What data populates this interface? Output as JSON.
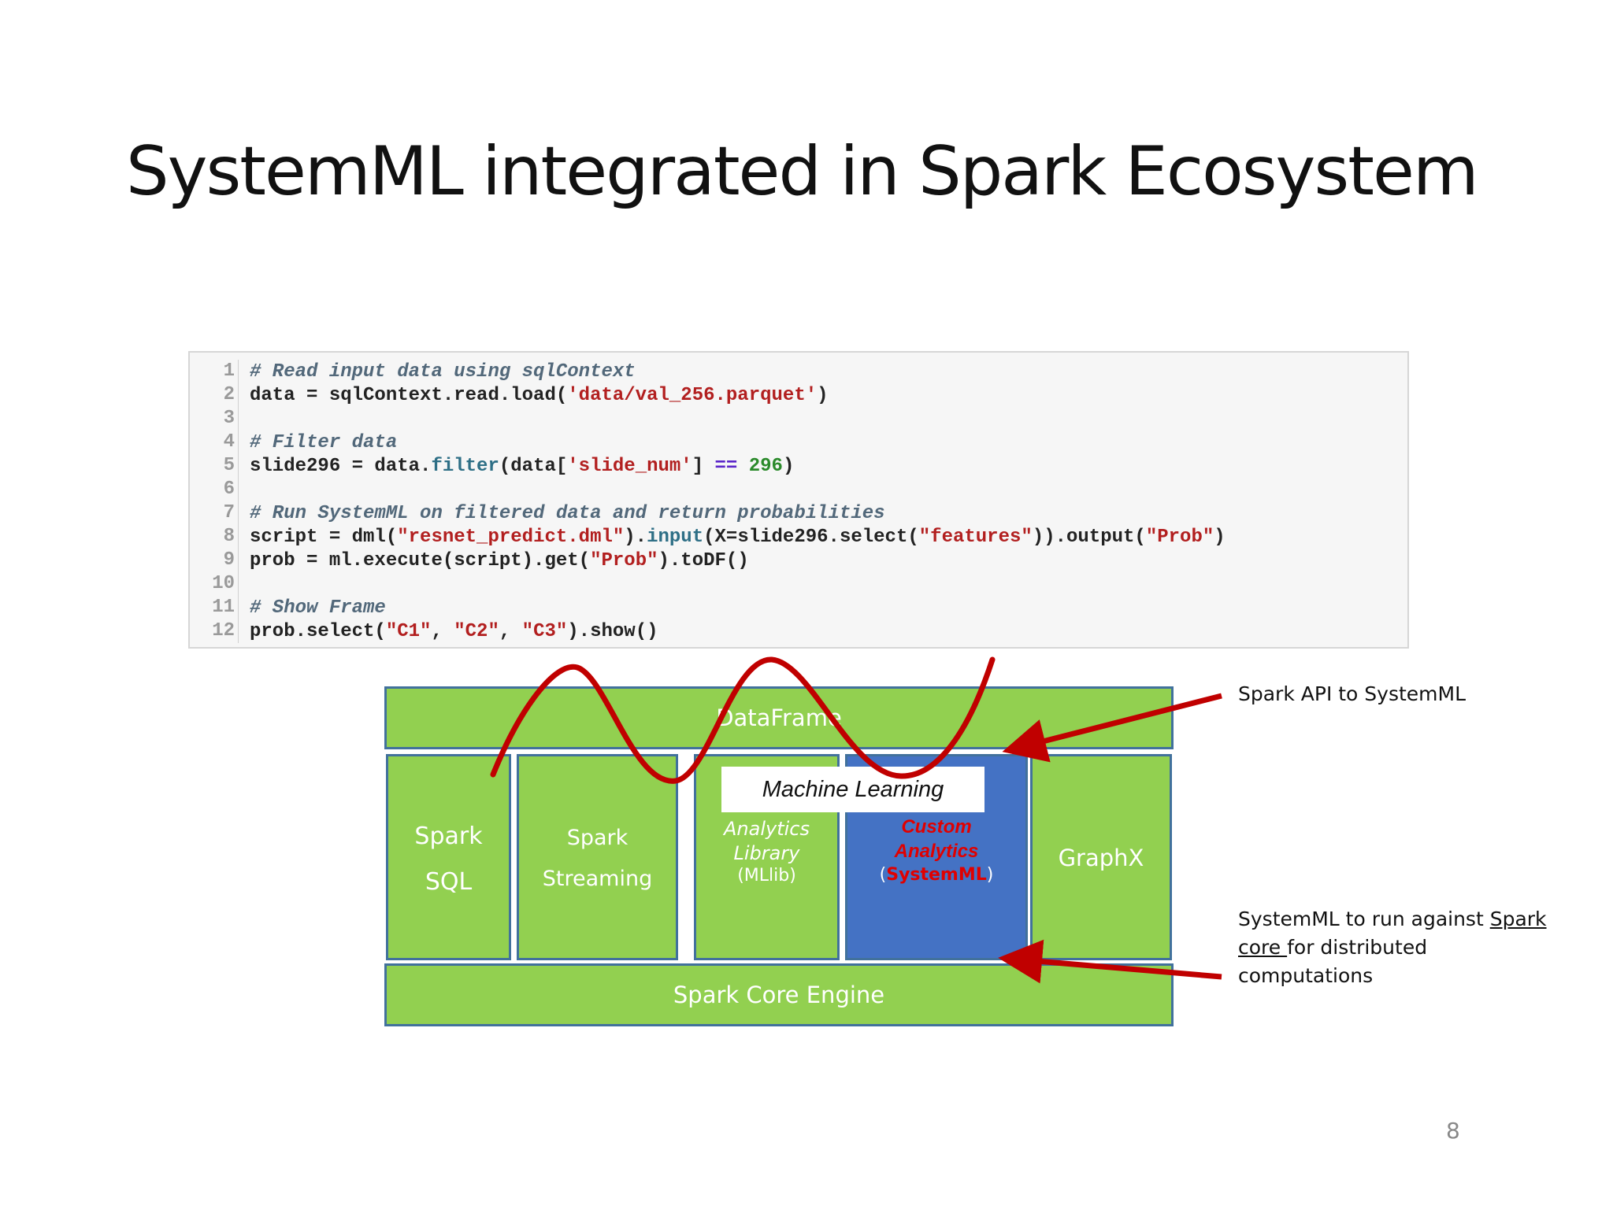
{
  "slide": {
    "title": "SystemML integrated in Spark Ecosystem",
    "page_number": "8"
  },
  "code": {
    "lines": [
      {
        "n": "1",
        "text": "# Read input data using sqlContext"
      },
      {
        "n": "2",
        "text": "data = sqlContext.read.load('data/val_256.parquet')"
      },
      {
        "n": "3",
        "text": ""
      },
      {
        "n": "4",
        "text": "# Filter data"
      },
      {
        "n": "5",
        "text": "slide296 = data.filter(data['slide_num'] == 296)"
      },
      {
        "n": "6",
        "text": ""
      },
      {
        "n": "7",
        "text": "# Run SystemML on filtered data and return probabilities"
      },
      {
        "n": "8",
        "text": "script = dml(\"resnet_predict.dml\").input(X=slide296.select(\"features\")).output(\"Prob\")"
      },
      {
        "n": "9",
        "text": "prob = ml.execute(script).get(\"Prob\").toDF()"
      },
      {
        "n": "10",
        "text": ""
      },
      {
        "n": "11",
        "text": "# Show Frame"
      },
      {
        "n": "12",
        "text": "prob.select(\"C1\", \"C2\", \"C3\").show()"
      }
    ]
  },
  "diagram": {
    "dataframe": "DataFrame",
    "spark_sql": [
      "Spark",
      "SQL"
    ],
    "spark_streaming": [
      "Spark",
      "Streaming"
    ],
    "machine_learning": "Machine Learning",
    "analytics_library": [
      "Analytics",
      "Library",
      "(MLlib)"
    ],
    "custom_analytics": [
      "Custom",
      "Analytics",
      "SystemML"
    ],
    "graphx": "GraphX",
    "core_engine": "Spark Core Engine"
  },
  "annotations": {
    "api": "Spark API to SystemML",
    "core_line1_pre": "SystemML to run against ",
    "core_line1_link": "Spark",
    "core_line2_link": "core ",
    "core_line2_post": "for distributed",
    "core_line3": "computations"
  },
  "colors": {
    "block_green": "#92d050",
    "block_blue": "#4472c4",
    "border_blue": "#41719c",
    "accent_red": "#c00000"
  }
}
